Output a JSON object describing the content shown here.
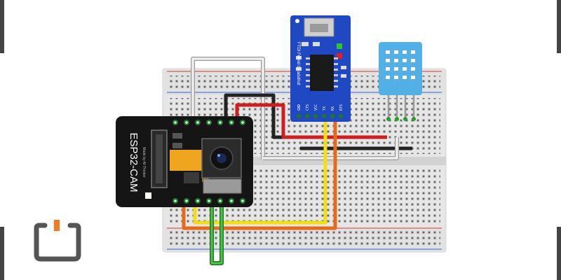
{
  "board": {
    "name": "ESP32-CAM",
    "fineprint": "Made by AI-Thinker"
  },
  "ftdi": {
    "title": "FTDI Friend by adafruit",
    "pins": [
      "GND",
      "CTS",
      "VCC",
      "TX",
      "RX",
      "RTS"
    ]
  },
  "sensor": {
    "kind": "DHT11"
  },
  "logo": {
    "icon": "power-plug-logo-icon",
    "accent": "#f47b20"
  },
  "colors": {
    "wire_black": "#222222",
    "wire_red": "#cc1f1f",
    "wire_yellow": "#f2de16",
    "wire_orange": "#e56a1a",
    "wire_green": "#2a9e2a",
    "wire_white": "#e8e8e8",
    "ftdi_blue": "#1f48c2",
    "dht_blue": "#52b0e6",
    "board_black": "#151515"
  }
}
